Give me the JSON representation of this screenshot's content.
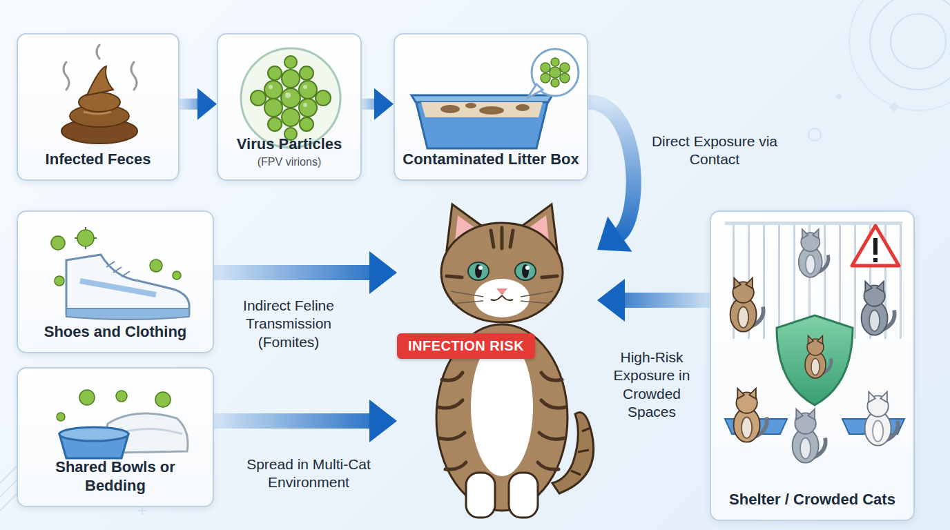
{
  "diagram": {
    "nodes": [
      {
        "text": [
          "Infected Feces"
        ]
      },
      {
        "text": [
          "Virus Particles",
          "(FPV virions)"
        ]
      },
      {
        "text": [
          "Contaminated Litter Box"
        ]
      },
      {
        "text": [
          "Shoes and Clothing"
        ]
      },
      {
        "text": [
          "Shared Bowls or Bedding"
        ]
      },
      {
        "text": [
          "INFECTION RISK"
        ]
      },
      {
        "text": [
          "Shelter / Crowded Cats"
        ]
      }
    ],
    "edges": [
      {
        "from": 0,
        "to": 1,
        "arrow": "to"
      },
      {
        "from": 1,
        "to": 2,
        "arrow": "to"
      },
      {
        "from": 2,
        "to": 5,
        "arrow": "to",
        "label": "Direct Exposure via Contact"
      },
      {
        "from": 3,
        "to": 5,
        "arrow": "to",
        "label": "Indirect Feline Transmission (Fomites)"
      },
      {
        "from": 4,
        "to": 5,
        "arrow": "to",
        "label": "Spread in Multi-Cat Environment"
      },
      {
        "from": 6,
        "to": 5,
        "arrow": "to",
        "label": "High-Risk Exposure in Crowded Spaces"
      }
    ]
  }
}
